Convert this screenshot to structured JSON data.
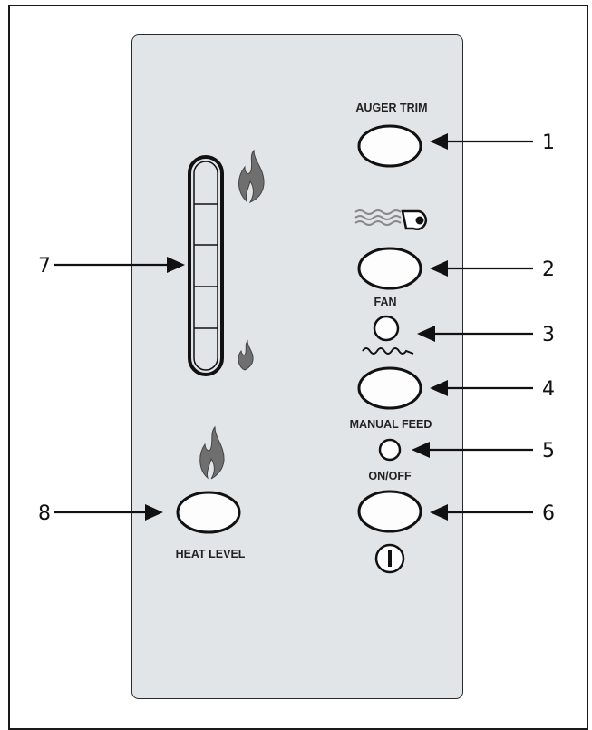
{
  "controls": {
    "auger_trim": "AUGER TRIM",
    "fan": "FAN",
    "manual_feed": "MANUAL FEED",
    "on_off": "ON/OFF",
    "heat_level": "HEAT LEVEL"
  },
  "callouts": [
    "1",
    "2",
    "3",
    "4",
    "5",
    "6",
    "7",
    "8"
  ],
  "heat_meter": {
    "segments": 5
  },
  "icons": [
    "flame-icon",
    "fan-blower-icon",
    "auger-icon",
    "power-icon"
  ]
}
